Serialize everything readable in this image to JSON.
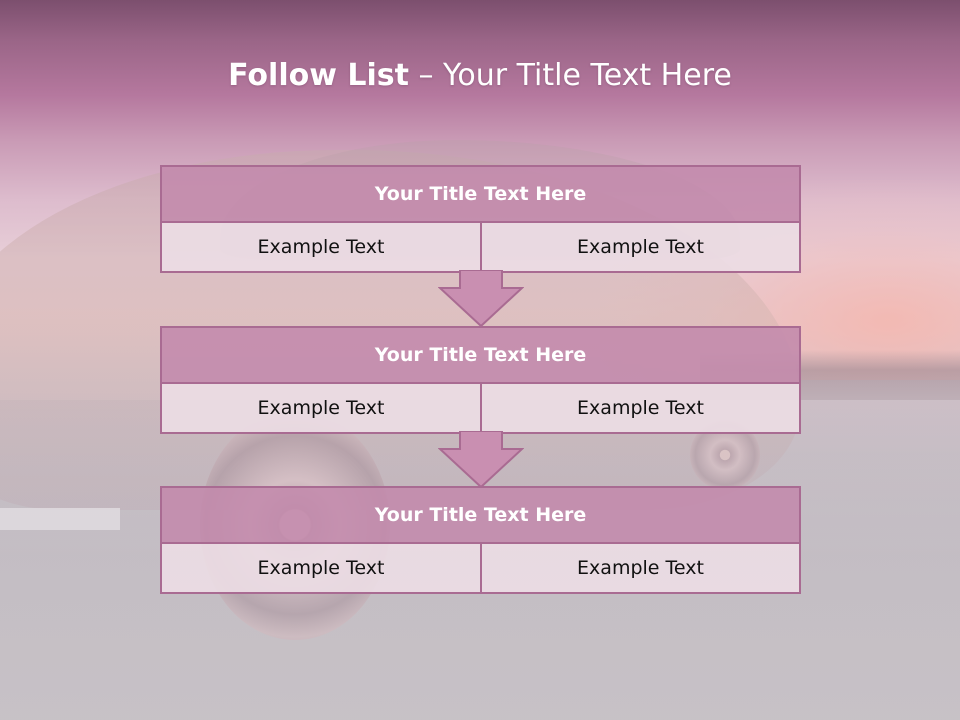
{
  "slide": {
    "title_bold": "Follow List",
    "title_rest": " – Your Title Text Here"
  },
  "items": [
    {
      "heading": "Your Title Text Here",
      "left": "Example Text",
      "right": "Example Text"
    },
    {
      "heading": "Your Title Text Here",
      "left": "Example Text",
      "right": "Example Text"
    },
    {
      "heading": "Your Title Text Here",
      "left": "Example Text",
      "right": "Example Text"
    }
  ],
  "colors": {
    "header_fill": "#c38aac",
    "border": "#a96b92",
    "cell_fill": "#ecdce4",
    "arrow_fill": "#c98fb1"
  },
  "icons": {
    "connector": "down-arrow-icon"
  }
}
